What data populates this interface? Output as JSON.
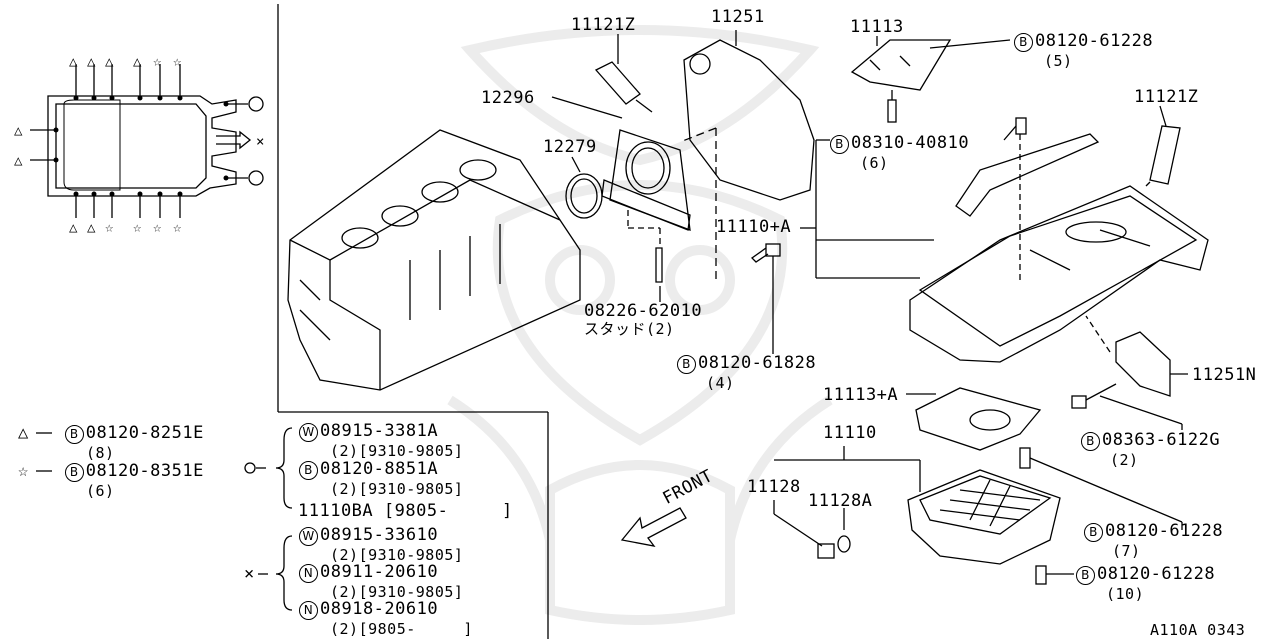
{
  "diagram": {
    "page_code": "A110A 0343",
    "front_label": "FRONT",
    "parts": {
      "p11121z_top": "11121Z",
      "p11251": "11251",
      "p11113": "11113",
      "p12296": "12296",
      "p12279": "12279",
      "p11121z_right": "11121Z",
      "p11110a": "11110+A",
      "p11251n": "11251N",
      "p11113a": "11113+A",
      "p11110": "11110",
      "p11128": "11128",
      "p11128a": "11128A"
    },
    "bolts": {
      "b08120_61228_top": {
        "badge": "B",
        "number": "08120-61228",
        "qty": "(5)"
      },
      "b08310_40810": {
        "badge": "B",
        "number": "08310-40810",
        "qty": "(6)"
      },
      "stud": {
        "number": "08226-62010",
        "qty": "スタッド(2)"
      },
      "b08120_61828": {
        "badge": "B",
        "number": "08120-61828",
        "qty": "(4)"
      },
      "b08363_6122g": {
        "badge": "B",
        "number": "08363-6122G",
        "qty": "(2)"
      },
      "b08120_61228_mid": {
        "badge": "B",
        "number": "08120-61228",
        "qty": "(7)"
      },
      "b08120_61228_bot": {
        "badge": "B",
        "number": "08120-61228",
        "qty": "(10)"
      }
    },
    "legend": {
      "triangle": {
        "symbol": "△",
        "badge": "B",
        "number": "08120-8251E",
        "qty": "(8)"
      },
      "star": {
        "symbol": "☆",
        "badge": "B",
        "number": "08120-8351E",
        "qty": "(6)"
      },
      "circle_group": {
        "symbol": "○",
        "lines": [
          {
            "badge": "W",
            "number": "08915-3381A",
            "note": "(2)[9310-9805]"
          },
          {
            "badge": "B",
            "number": "08120-8851A",
            "note": "(2)[9310-9805]"
          },
          {
            "badge": "",
            "number": "11110BA",
            "note": "[9805-     ]"
          }
        ]
      },
      "cross_group": {
        "symbol": "×",
        "lines": [
          {
            "badge": "W",
            "number": "08915-33610",
            "note": "(2)[9310-9805]"
          },
          {
            "badge": "N",
            "number": "08911-20610",
            "note": "(2)[9310-9805]"
          },
          {
            "badge": "N",
            "number": "08918-20610",
            "note": "(2)[9805-     ]"
          }
        ]
      }
    }
  }
}
